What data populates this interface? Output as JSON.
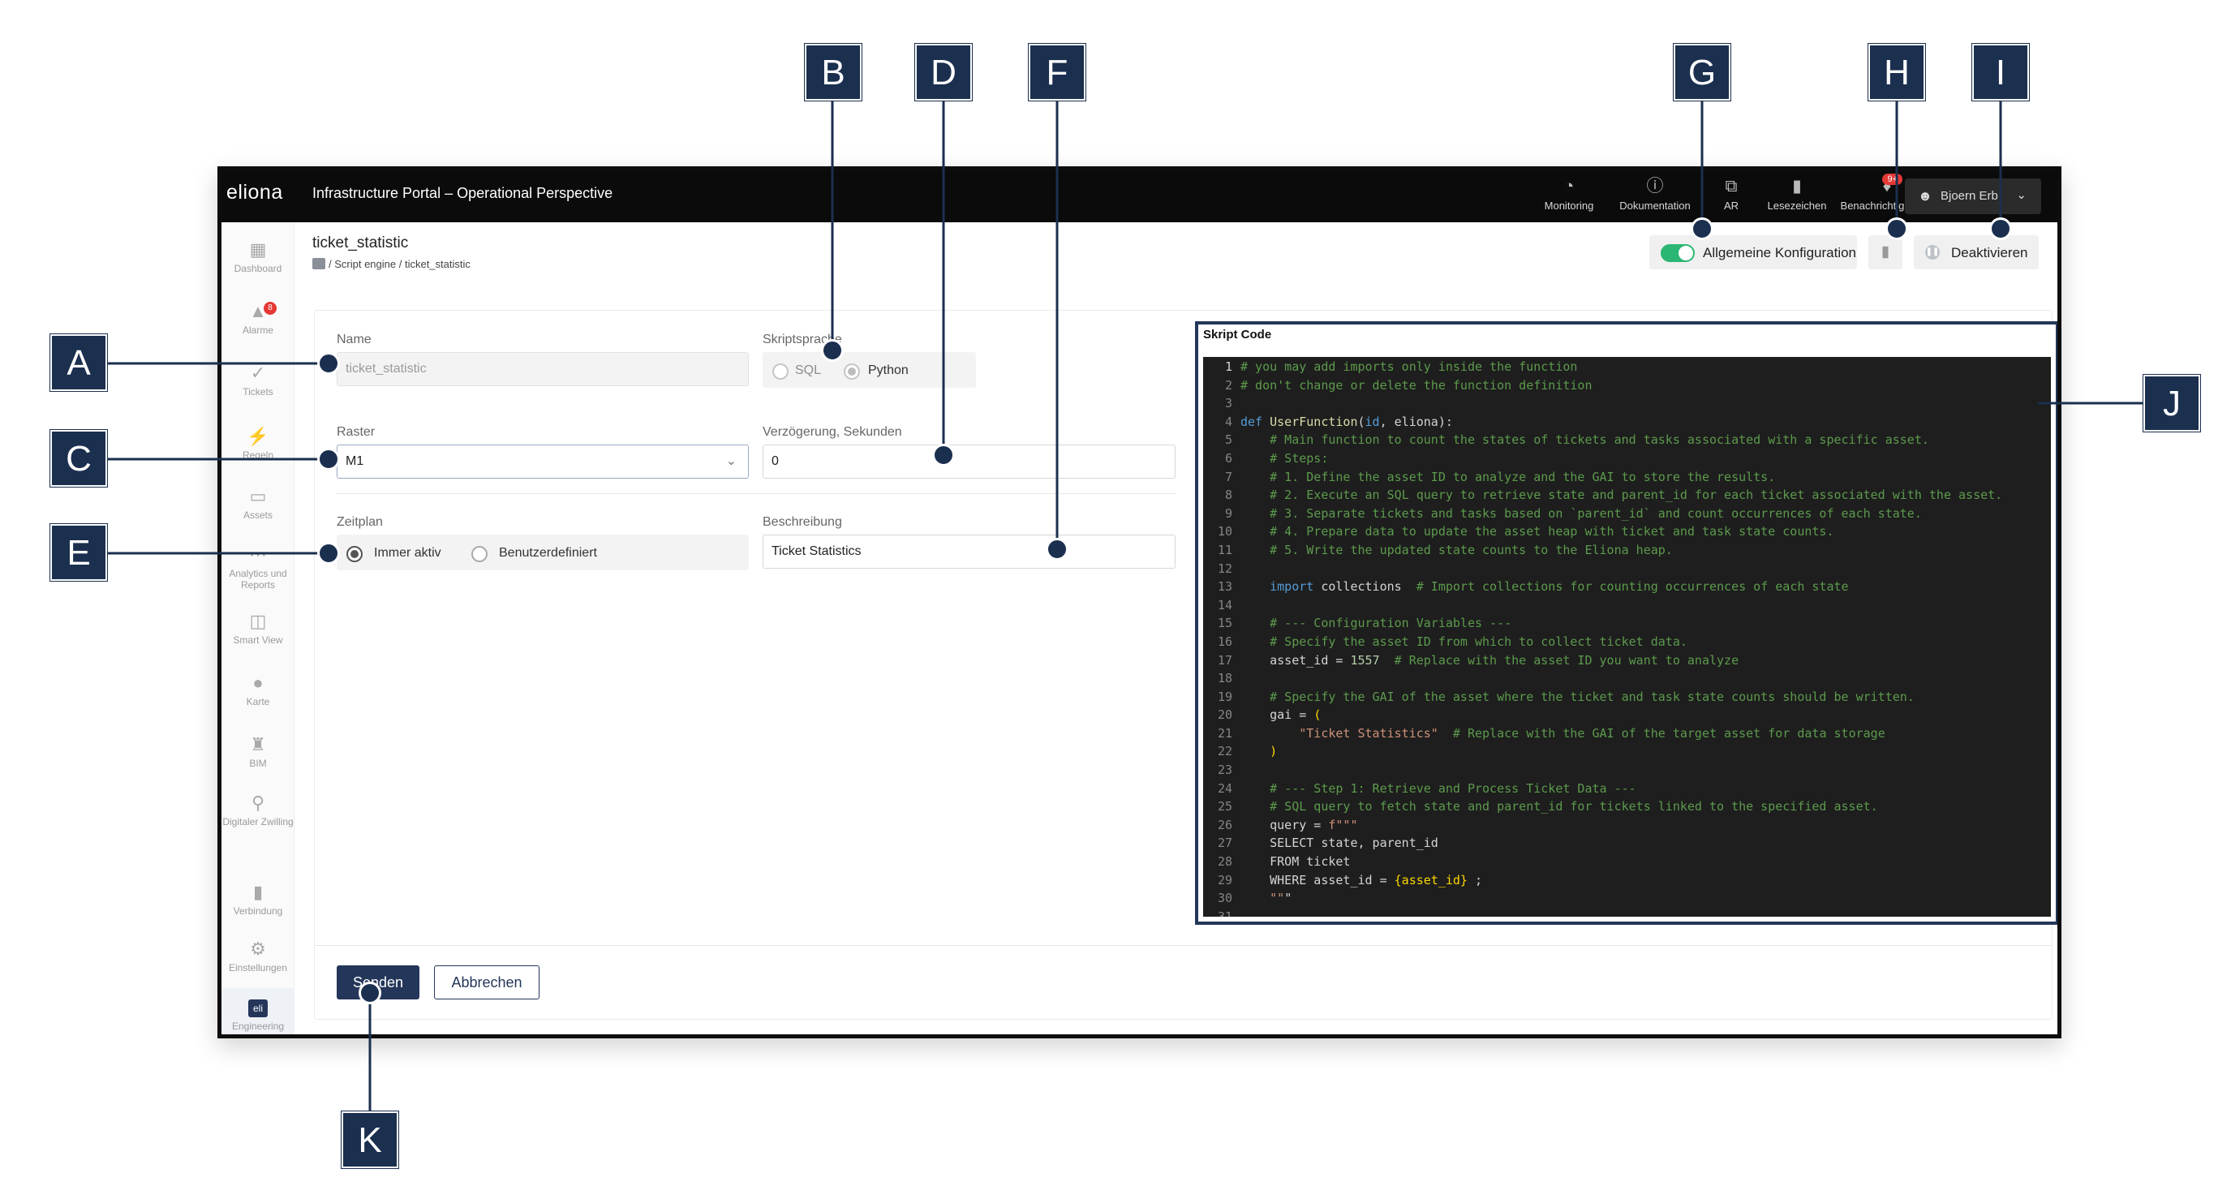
{
  "app": {
    "logo": "eliona",
    "title": "Infrastructure Portal – Operational Perspective"
  },
  "topbar": {
    "items": [
      {
        "label": "Monitoring",
        "icon": "gauge-icon"
      },
      {
        "label": "Dokumentation",
        "icon": "info-icon"
      },
      {
        "label": "AR",
        "icon": "ar-icon"
      },
      {
        "label": "Lesezeichen",
        "icon": "bookmark-icon"
      },
      {
        "label": "Benachrichtigungen",
        "icon": "bell-icon",
        "badge": "9+"
      }
    ],
    "user": "Bjoern Erb"
  },
  "sidebar": {
    "items": [
      {
        "label": "Dashboard",
        "icon": "dashboard-icon"
      },
      {
        "label": "Alarme",
        "icon": "alarm-icon",
        "badge": "8"
      },
      {
        "label": "Tickets",
        "icon": "tickets-icon"
      },
      {
        "label": "Regeln",
        "icon": "rules-icon"
      },
      {
        "label": "Assets",
        "icon": "assets-icon"
      },
      {
        "label": "Analytics und Reports",
        "icon": "analytics-icon"
      },
      {
        "label": "Smart View",
        "icon": "smart-view-icon"
      },
      {
        "label": "Karte",
        "icon": "map-pin-icon"
      },
      {
        "label": "BIM",
        "icon": "bim-icon"
      },
      {
        "label": "Digitaler Zwilling",
        "icon": "digital-twin-icon"
      },
      {
        "label": "Verbindung",
        "icon": "connection-icon"
      },
      {
        "label": "Einstellungen",
        "icon": "gear-icon"
      },
      {
        "label": "Engineering",
        "icon": "engineering-icon",
        "icon_text": "eli"
      }
    ]
  },
  "page": {
    "title": "ticket_statistic",
    "breadcrumb": [
      "Script engine",
      "ticket_statistic"
    ]
  },
  "header_actions": {
    "config_toggle_label": "Allgemeine Konfiguration",
    "config_toggle_on": true,
    "deactivate_label": "Deaktivieren"
  },
  "form": {
    "name_label": "Name",
    "name_value": "ticket_statistic",
    "language_label": "Skriptsprache",
    "language_options": [
      "SQL",
      "Python"
    ],
    "language_selected": "Python",
    "raster_label": "Raster",
    "raster_value": "M1",
    "delay_label": "Verzögerung, Sekunden",
    "delay_value": "0",
    "schedule_label": "Zeitplan",
    "schedule_options": [
      "Immer aktiv",
      "Benutzerdefiniert"
    ],
    "schedule_selected": "Immer aktiv",
    "description_label": "Beschreibung",
    "description_value": "Ticket Statistics",
    "submit_label": "Senden",
    "cancel_label": "Abbrechen"
  },
  "code": {
    "title": "Skript Code",
    "lines": [
      "# you may add imports only inside the function",
      "# don't change or delete the function definition",
      "",
      "def UserFunction(id, eliona):",
      "    # Main function to count the states of tickets and tasks associated with a specific asset.",
      "    # Steps:",
      "    # 1. Define the asset ID to analyze and the GAI to store the results.",
      "    # 2. Execute an SQL query to retrieve state and parent_id for each ticket associated with the asset.",
      "    # 3. Separate tickets and tasks based on `parent_id` and count occurrences of each state.",
      "    # 4. Prepare data to update the asset heap with ticket and task state counts.",
      "    # 5. Write the updated state counts to the Eliona heap.",
      "",
      "    import collections  # Import collections for counting occurrences of each state",
      "",
      "    # --- Configuration Variables ---",
      "    # Specify the asset ID from which to collect ticket data.",
      "    asset_id = 1557  # Replace with the asset ID you want to analyze",
      "",
      "    # Specify the GAI of the asset where the ticket and task state counts should be written.",
      "    gai = (",
      "        \"Ticket Statistics\"  # Replace with the GAI of the target asset for data storage",
      "    )",
      "",
      "    # --- Step 1: Retrieve and Process Ticket Data ---",
      "    # SQL query to fetch state and parent_id for tickets linked to the specified asset.",
      "    query = f\"\"\"",
      "    SELECT state, parent_id",
      "    FROM ticket",
      "    WHERE asset_id = {asset_id} ;",
      "    \"\"\"",
      ""
    ]
  },
  "callouts": [
    "A",
    "B",
    "C",
    "D",
    "E",
    "F",
    "G",
    "H",
    "I",
    "J",
    "K"
  ],
  "colors": {
    "navy": "#24375a",
    "callout": "#1b2f4f",
    "toggle_on": "#2bb673",
    "badge": "#e53935",
    "editor_bg": "#1e1e1e"
  }
}
